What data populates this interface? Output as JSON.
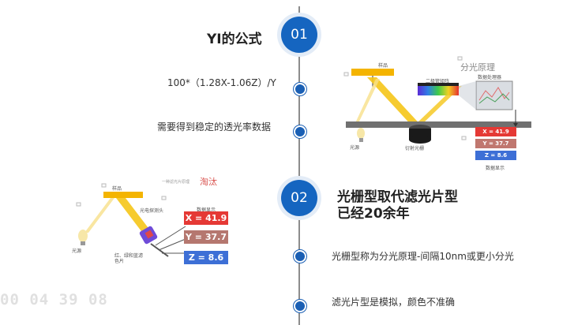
{
  "section1": {
    "number": "01",
    "title": "YI的公式",
    "formula": "100*（1.28X-1.06Z）/Y",
    "note": "需要得到稳定的透光率数据"
  },
  "section2": {
    "number": "02",
    "title_line1": "光栅型取代滤光片型",
    "title_line2": "已经20余年",
    "point1": "光栅型称为分光原理-间隔10nm或更小分光",
    "point2": "滤光片型是模拟，颜色不准确"
  },
  "diagram_grating": {
    "caption": "分光原理",
    "sample_label": "样品",
    "diode_label": "二极管矩阵",
    "processor_label": "数据处理器",
    "light_label": "光源",
    "reflector_label": "衍射光栅",
    "display_label": "数据显示",
    "readouts": [
      {
        "label": "X = 41.9",
        "color": "#e53935"
      },
      {
        "label": "Y = 37.7",
        "color": "#c0776f"
      },
      {
        "label": "Z = 8.6",
        "color": "#3d6fd6"
      }
    ]
  },
  "diagram_filter": {
    "caption": "淘汰",
    "sub_caption": "一种滤光片原理",
    "sample_label": "样品",
    "detector_label": "光电探测头",
    "filter_label": "红、绿和蓝滤色片",
    "light_label": "光源",
    "display_label": "数据显示",
    "readouts": [
      {
        "label": "X = 41.9",
        "color": "#e53935"
      },
      {
        "label": "Y = 37.7",
        "color": "#b5776f"
      },
      {
        "label": "Z = 8.6",
        "color": "#3d6fd6"
      }
    ]
  },
  "overlay": {
    "timestamp": "00 04 39 08"
  }
}
